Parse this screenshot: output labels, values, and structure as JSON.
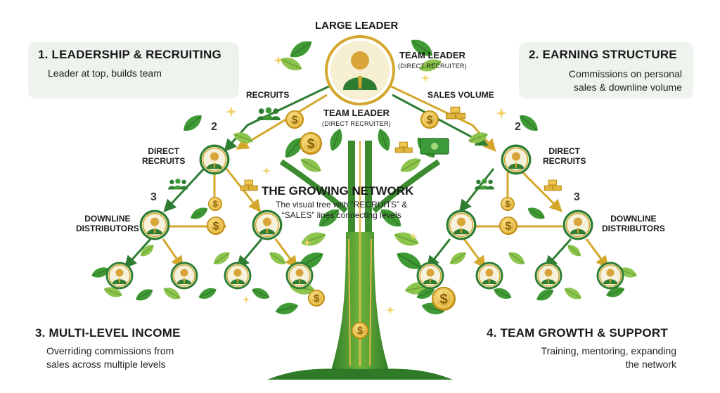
{
  "title": {
    "top_label": "LARGE LEADER",
    "network_title": "THE GROWING NETWORK",
    "network_desc_1": "The visual tree with “RECRUITS” &",
    "network_desc_2": "“SALES” lines connecting levels"
  },
  "nodes": {
    "team_leader_main": "TEAM LEADER",
    "team_leader_main_sub": "(DIRECT RECRUITER)",
    "team_leader_center": "TEAM LEADER",
    "team_leader_center_sub": "(DIRECT RECRUITER)",
    "direct_recruits_left_1": "DIRECT",
    "direct_recruits_left_2": "RECRUITS",
    "direct_recruits_right_1": "DIRECT",
    "direct_recruits_right_2": "RECRUITS",
    "downline_left_1": "DOWNLINE",
    "downline_left_2": "DISTRIBUTORS",
    "downline_right_1": "DOWNLINE",
    "downline_right_2": "DISTRIBUTORS",
    "level2_left": "2",
    "level2_right": "2",
    "level3_left": "3",
    "level3_right": "3"
  },
  "lines": {
    "recruits": "RECRUITS",
    "sales_volume": "SALES VOLUME"
  },
  "panels": [
    {
      "title": "1. LEADERSHIP & RECRUITING",
      "line1": "Leader at top, builds team",
      "line2": ""
    },
    {
      "title": "2. EARNING STRUCTURE",
      "line1": "Commissions on personal",
      "line2": "sales & downline volume"
    },
    {
      "title": "3. MULTI-LEVEL INCOME",
      "line1": "Overriding commissions from",
      "line2": "sales across multiple levels"
    },
    {
      "title": "4. TEAM GROWTH & SUPPORT",
      "line1": "Training, mentoring, expanding",
      "line2": "the network"
    }
  ],
  "colors": {
    "leaf_dark": "#2e7d32",
    "leaf_light": "#7cb342",
    "gold": "#d4a72c",
    "gold_light": "#f2c94c",
    "card_bg": "#eef3ee",
    "trunk": "#3c8c2f"
  },
  "icons": [
    "person-icon",
    "dollar-coin-icon",
    "leaf-icon",
    "sparkle-icon",
    "arrow-icon",
    "money-bill-icon",
    "gold-bars-icon",
    "group-icon"
  ]
}
